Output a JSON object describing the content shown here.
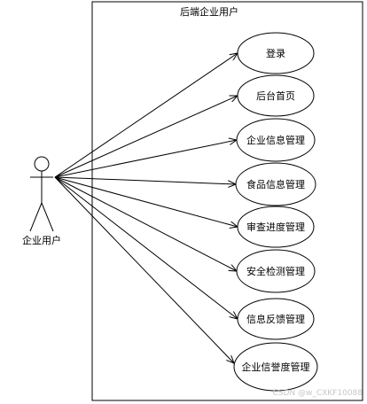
{
  "system": {
    "title": "后端企业用户"
  },
  "actor": {
    "label": "企业用户"
  },
  "use_cases": [
    {
      "label": "登录"
    },
    {
      "label": "后台首页"
    },
    {
      "label": "企业信息管理"
    },
    {
      "label": "食品信息管理"
    },
    {
      "label": "审查进度管理"
    },
    {
      "label": "安全检测管理"
    },
    {
      "label": "信息反馈管理"
    },
    {
      "label": "企业信誉度管理"
    }
  ],
  "watermark": "CSDN @w_CXKF10088",
  "colors": {
    "stroke": "#000000",
    "background": "#ffffff",
    "watermark": "#c8c8c8"
  }
}
